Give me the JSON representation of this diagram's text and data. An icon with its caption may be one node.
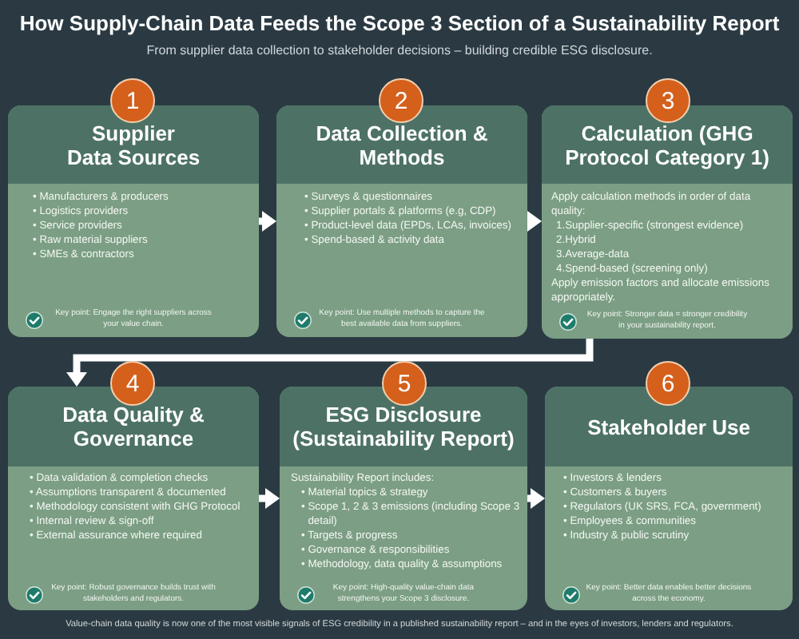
{
  "diagram": {
    "title": "How Supply-Chain Data Feeds the Scope 3 Section of a Sustainability Report",
    "caption": "Value-chain data quality is now one of the most visible signals of ESG credibility in a published sustainability report – and in the eyes of investors, lenders and regulators.",
    "nodes": [
      {
        "text": [
          "1"
        ]
      },
      {
        "text": [
          "Supplier Data Sources",
          "• Manufacturers & producers",
          "• Logistics providers",
          "• Service providers",
          "• Raw material suppliers",
          "• SMEs & contractors",
          "Key point: Engage the right suppliers across your value chain."
        ]
      },
      {
        "text": [
          "2"
        ]
      },
      {
        "text": [
          "Data Collection & Methods",
          "• Surveys & questionnaires",
          "• Supplier portals & platforms (e.g, CDP)",
          "• Product-level data (EPDs, LCAs, invoices)",
          "• Spend-based & activity data",
          "Key point: Use multiple methods to capture the best available data from suppliers."
        ]
      },
      {
        "text": [
          "3"
        ]
      },
      {
        "text": [
          "Calculation (GHG Protocol Category 1)",
          "Apply calculation methods in order of data quality:",
          "1.Supplier-specific (strongest evidence)",
          "2.Hybrid",
          "3.Average-data",
          "4.Spend-based (screening only)",
          "Apply emission factors and allocate emissions appropriately.",
          "Key point: Stronger data = stronger credibility in your sustainability report."
        ]
      },
      {
        "text": [
          "4"
        ]
      },
      {
        "text": [
          "Data Quality & Governance",
          "• Data validation & completion checks",
          "• Assumptions transparent & documented",
          "• Methodology consistent with GHG Protocol",
          "• Internal review & sign-off",
          "• External assurance where required",
          "Key point: Robust governance builds trust with stakeholders and regulators."
        ]
      },
      {
        "text": [
          "5"
        ]
      },
      {
        "text": [
          "ESG Disclosure (Sustainability Report)",
          "Sustainability Report includes:",
          "• Material topics & strategy",
          "• Scope 1, 2 & 3 emissions (including Scope 3 detail)",
          "• Targets & progress",
          "• Governance & responsibilities",
          "• Methodology, data quality & assumptions",
          "Key point: High-quality value-chain data strengthens your Scope 3 disclosure."
        ]
      },
      {
        "text": [
          "6"
        ]
      },
      {
        "text": [
          "Stakeholder Use",
          "• Investors & lenders",
          "• Customers & buyers",
          "• Regulators (UK SRS, FCA, government)",
          "• Employees & communities",
          "• Industry & public scrutiny",
          "Key point: Better data enables better decisions across the economy."
        ]
      }
    ],
    "edges": [
      {
        "from": 1,
        "to": 3,
        "arrow": "to"
      },
      {
        "from": 3,
        "to": 5,
        "arrow": "to"
      },
      {
        "from": 5,
        "to": 7,
        "arrow": "to"
      },
      {
        "from": 7,
        "to": 9,
        "arrow": "to"
      },
      {
        "from": 9,
        "to": 11,
        "arrow": "to"
      }
    ],
    "labels": [
      "From supplier data collection to stakeholder decisions – building credible ESG disclosure."
    ]
  }
}
